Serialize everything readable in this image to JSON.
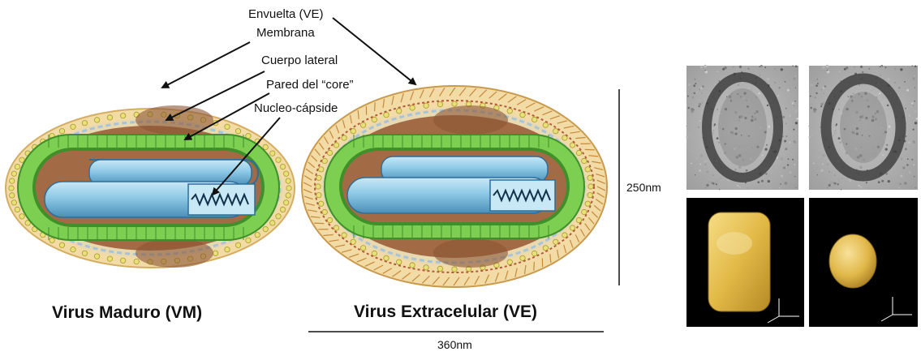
{
  "labels": {
    "envelope": "Envuelta (VE)",
    "membrane": "Membrana",
    "lateral_body": "Cuerpo lateral",
    "core_wall": "Pared del “core”",
    "nucleocapsid": "Nucleo-cápside"
  },
  "captions": {
    "mature": "Virus Maduro (VM)",
    "extracellular": "Virus Extracelular (VE)"
  },
  "scale": {
    "height": "250nm",
    "width": "360nm"
  },
  "colors": {
    "envelope_outer": "#f1d398",
    "envelope_fibers": "#d9a95a",
    "membrane_dots": "#e9e07a",
    "lateral_body": "#a36b45",
    "core_green": "#7dcf52",
    "core_green_dark": "#3f8f2a",
    "nucleocapsid": "#8ec9e6",
    "nucleocapsid_dark": "#2d6f99",
    "em_background": "#000000",
    "em_gray": "#b9b9b9",
    "em_gold": "#e7c65e"
  }
}
